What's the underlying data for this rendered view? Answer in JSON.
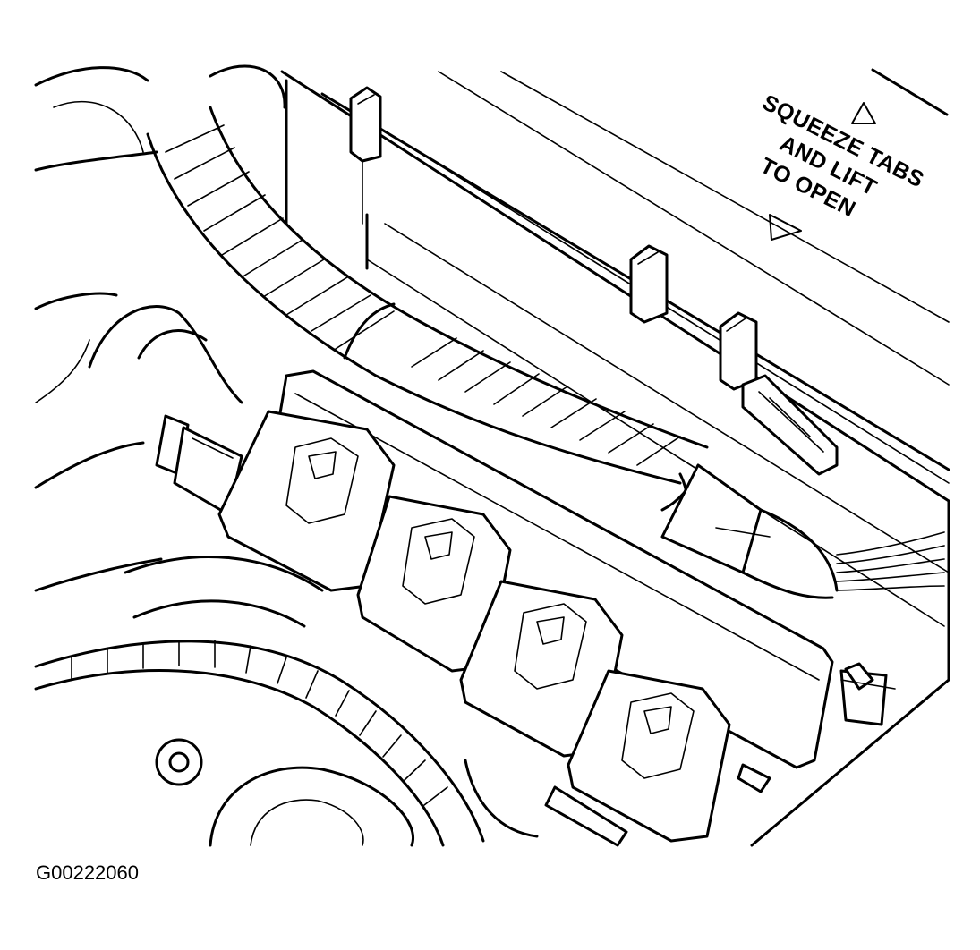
{
  "figure_id": "G00222060",
  "callout": {
    "lines": [
      "SQUEEZE TABS",
      "AND LIFT",
      "TO OPEN"
    ]
  },
  "icons": [
    "triangle-up-icon",
    "triangle-down-icon"
  ]
}
